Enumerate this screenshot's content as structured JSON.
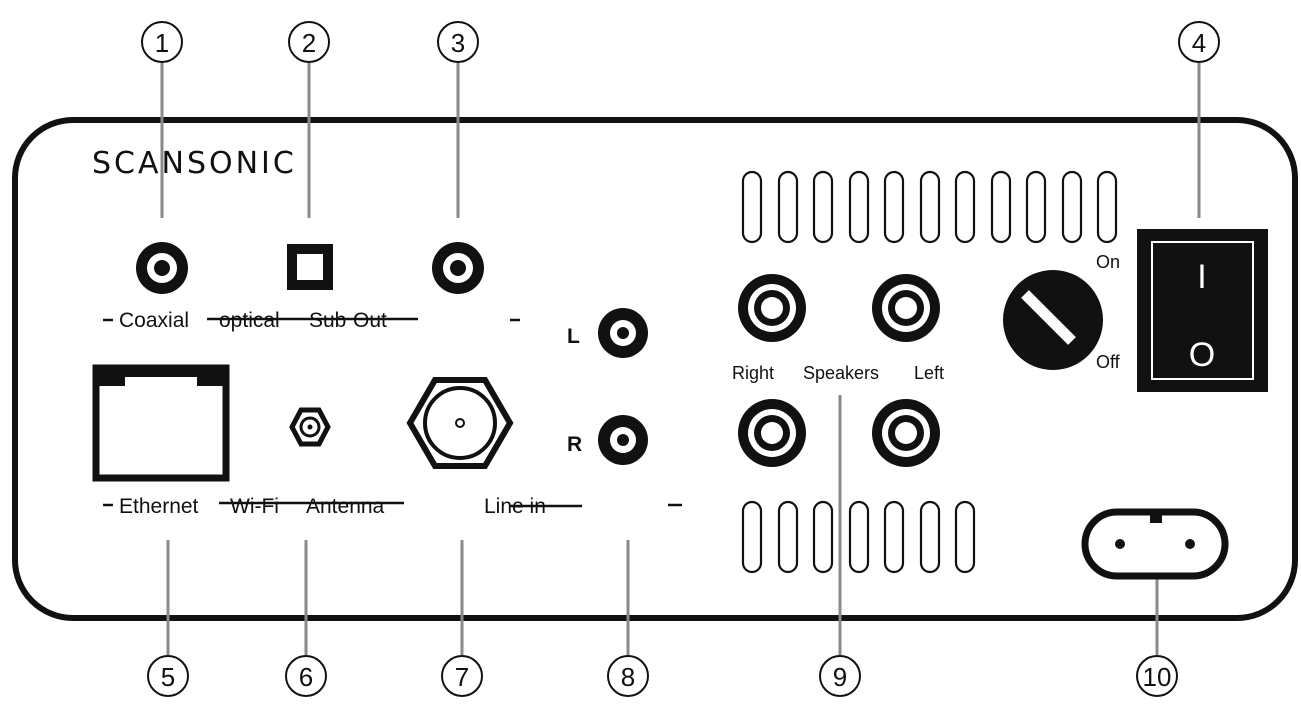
{
  "brand": "SCANSONIC",
  "callouts": [
    "1",
    "2",
    "3",
    "4",
    "5",
    "6",
    "7",
    "8",
    "9",
    "10"
  ],
  "labels": {
    "coaxial": "Coaxial",
    "optical": "optical",
    "sub": "Sub",
    "out": "Out",
    "line_l": "L",
    "line_r": "R",
    "on": "On",
    "off": "Off",
    "switch_on": "I",
    "switch_off": "O",
    "right": "Right",
    "speakers": "Speakers",
    "left": "Left",
    "ethernet": "Ethernet",
    "wifi": "Wi-Fi",
    "antenna": "Antenna",
    "line_in": "Line in"
  },
  "colors": {
    "outline": "#111111",
    "leader": "#8a8a8a",
    "background": "#ffffff"
  }
}
